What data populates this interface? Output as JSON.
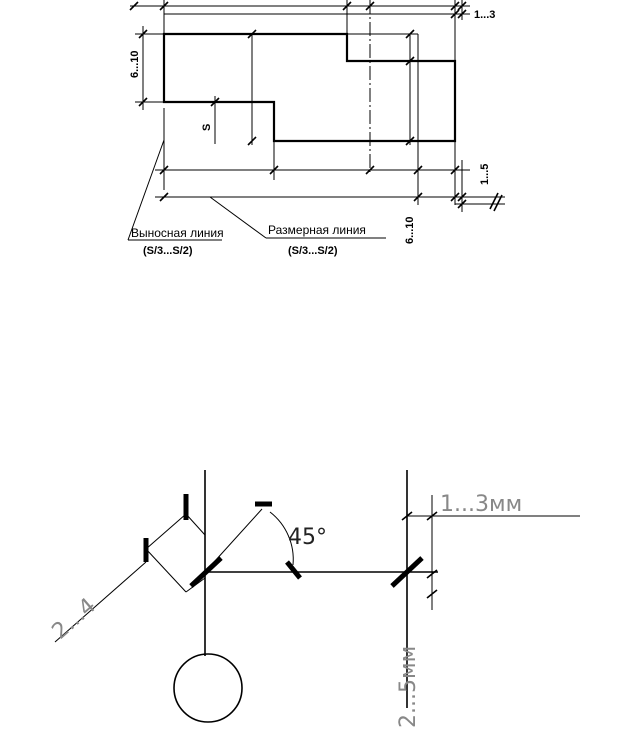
{
  "top_diagram": {
    "label_1_3": "1...3",
    "label_6_10_left": "6...10",
    "label_s": "S",
    "label_1_5": "1...5",
    "label_6_10_bottom": "6...10",
    "extension_line_label": "Выносная линия",
    "extension_line_thickness": "(S/3...S/2)",
    "dimension_line_label": "Размерная линия",
    "dimension_line_thickness": "(S/3...S/2)"
  },
  "bottom_diagram": {
    "label_angle": "45°",
    "label_1_3mm": "1...3мм",
    "label_2_4": "2...4",
    "label_2_5mm": "2...5мм"
  }
}
